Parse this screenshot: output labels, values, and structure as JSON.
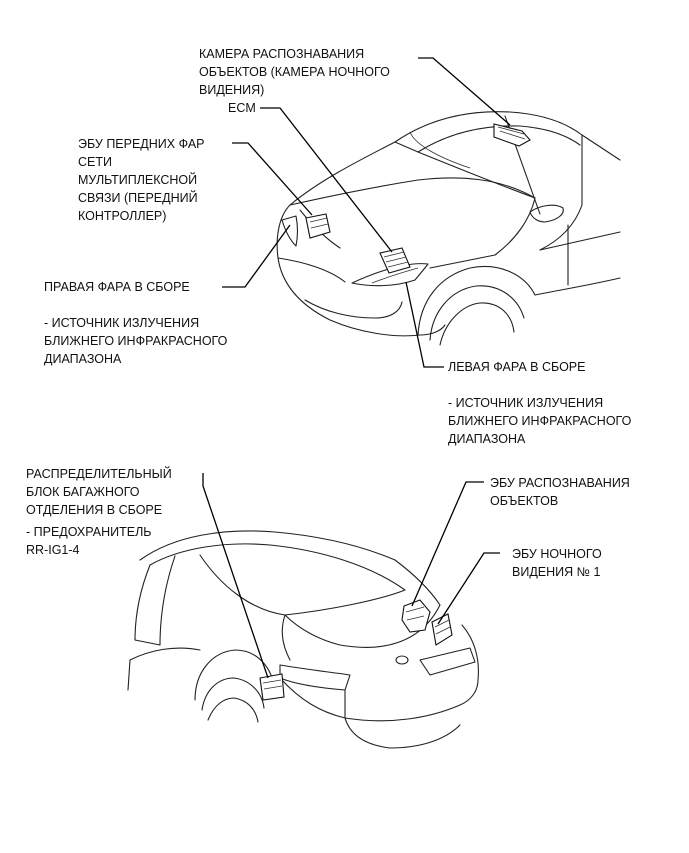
{
  "labels": {
    "camera": [
      "КАМЕРА РАСПОЗНАВАНИЯ",
      "ОБЪЕКТОВ (КАМЕРА НОЧНОГО",
      "ВИДЕНИЯ)"
    ],
    "ecm": [
      "ECM"
    ],
    "headlamp_ecu": [
      "ЭБУ ПЕРЕДНИХ ФАР",
      "СЕТИ",
      "МУЛЬТИПЛЕКСНОЙ",
      "СВЯЗИ (ПЕРЕДНИЙ",
      "КОНТРОЛЛЕР)"
    ],
    "right_headlamp": [
      "ПРАВАЯ ФАРА В СБОРЕ",
      "",
      "- ИСТОЧНИК ИЗЛУЧЕНИЯ",
      "БЛИЖНЕГО ИНФРАКРАСНОГО",
      "ДИАПАЗОНА"
    ],
    "left_headlamp": [
      "ЛЕВАЯ ФАРА В СБОРЕ",
      "",
      "- ИСТОЧНИК ИЗЛУЧЕНИЯ",
      "БЛИЖНЕГО ИНФРАКРАСНОГО",
      "ДИАПАЗОНА"
    ],
    "luggage_jb": [
      "РАСПРЕДЕЛИТЕЛЬНЫЙ",
      "БЛОК БАГАЖНОГО",
      "ОТДЕЛЕНИЯ В СБОРЕ",
      "",
      "- ПРЕДОХРАНИТЕЛЬ",
      "RR-IG1-4"
    ],
    "object_ecu": [
      "ЭБУ РАСПОЗНАВАНИЯ",
      "ОБЪЕКТОВ"
    ],
    "night_vision_ecu": [
      "ЭБУ НОЧНОГО",
      "ВИДЕНИЯ № 1"
    ]
  }
}
